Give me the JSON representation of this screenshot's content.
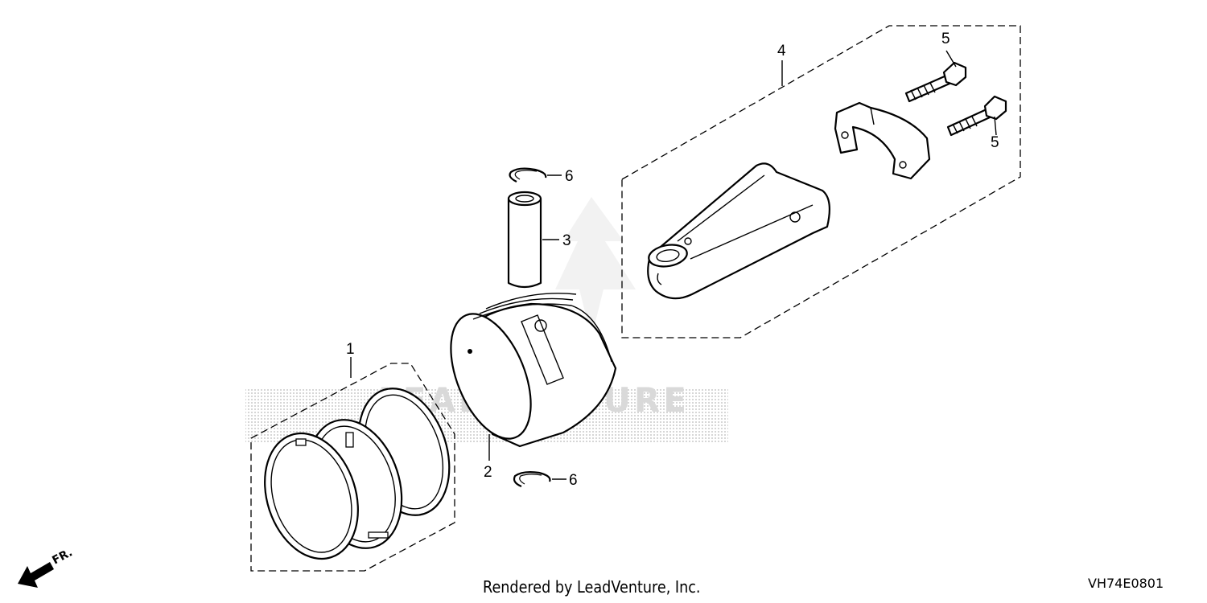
{
  "watermark": {
    "text": "LEADVENTURE"
  },
  "callouts": [
    {
      "id": "1",
      "label": "1"
    },
    {
      "id": "2",
      "label": "2"
    },
    {
      "id": "3",
      "label": "3"
    },
    {
      "id": "4",
      "label": "4"
    },
    {
      "id": "5a",
      "label": "5"
    },
    {
      "id": "5b",
      "label": "5"
    },
    {
      "id": "6a",
      "label": "6"
    },
    {
      "id": "6b",
      "label": "6"
    }
  ],
  "direction_marker": {
    "label": "FR.",
    "icon": "front-arrow-icon"
  },
  "footer": {
    "credit": "Rendered by LeadVenture, Inc.",
    "diagram_ref": "VH74E0801"
  }
}
